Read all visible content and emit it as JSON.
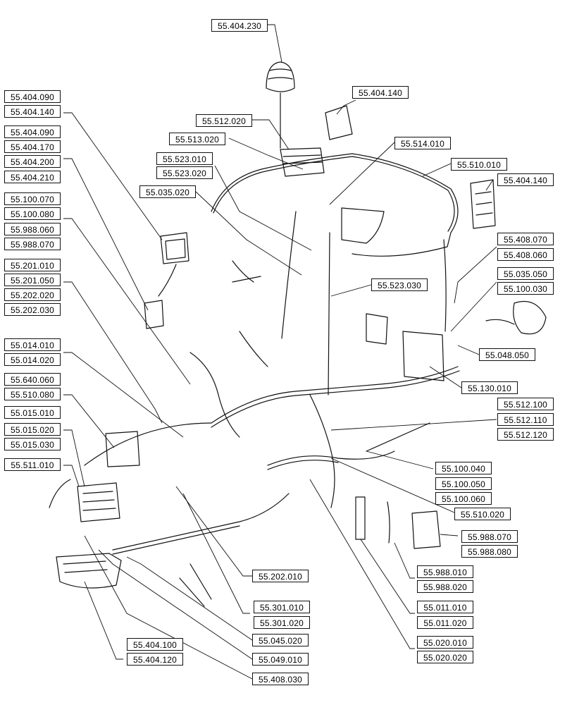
{
  "figure": {
    "part_refs": [
      "55.404.230",
      "55.404.140",
      "55.512.020",
      "55.513.020",
      "55.514.010",
      "55.523.010",
      "55.523.020",
      "55.510.010",
      "55.404.140",
      "55.035.020",
      "55.404.090",
      "55.404.140",
      "55.404.090",
      "55.404.170",
      "55.404.200",
      "55.404.210",
      "55.100.070",
      "55.100.080",
      "55.988.060",
      "55.988.070",
      "55.408.070",
      "55.408.060",
      "55.035.050",
      "55.100.030",
      "55.523.030",
      "55.201.010",
      "55.201.050",
      "55.202.020",
      "55.202.030",
      "55.048.050",
      "55.014.010",
      "55.014.020",
      "55.640.060",
      "55.510.080",
      "55.015.010",
      "55.015.020",
      "55.015.030",
      "55.130.010",
      "55.512.100",
      "55.512.110",
      "55.512.120",
      "55.511.010",
      "55.100.040",
      "55.100.050",
      "55.100.060",
      "55.510.020",
      "55.988.070",
      "55.988.080",
      "55.988.010",
      "55.988.020",
      "55.202.010",
      "55.301.010",
      "55.301.020",
      "55.011.010",
      "55.011.020",
      "55.045.020",
      "55.020.010",
      "55.020.020",
      "55.404.100",
      "55.404.120",
      "55.049.010",
      "55.408.030"
    ]
  }
}
